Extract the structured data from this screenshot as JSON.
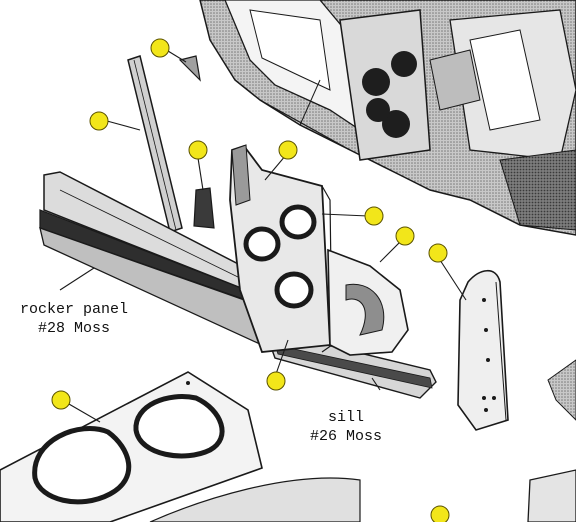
{
  "labels": {
    "rocker_line1": "rocker panel",
    "rocker_line2": "#28 Moss",
    "sill_line1": "sill",
    "sill_line2": "#26 Moss"
  },
  "colors": {
    "callout_fill": "#f2e61a",
    "callout_stroke": "#5a5200",
    "line": "#1a1a1a",
    "shade": "#8a8a8a",
    "dark": "#2a2a2a"
  }
}
